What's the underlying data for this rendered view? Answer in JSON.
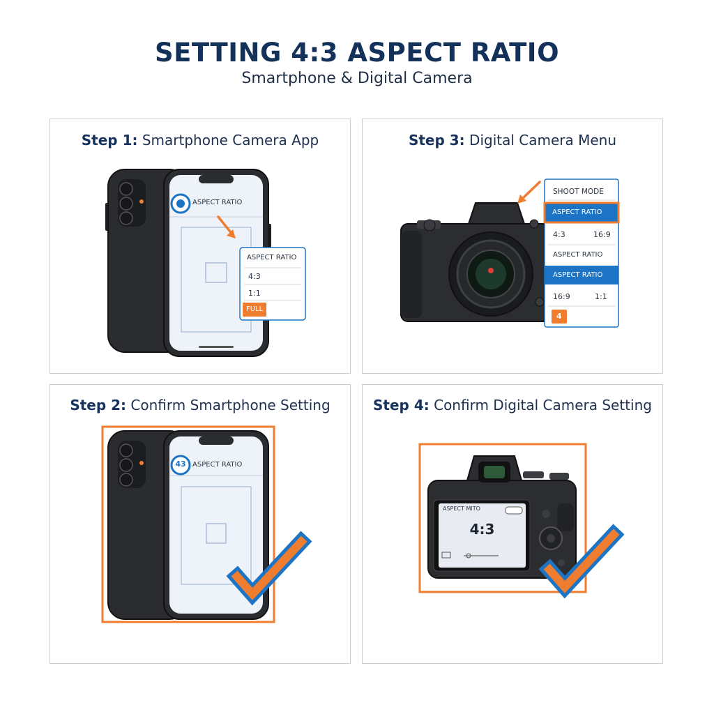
{
  "header": {
    "title": "SETTING 4:3 ASPECT RATIO",
    "subtitle": "Smartphone & Digital Camera"
  },
  "steps": [
    {
      "prefix": "Step 1:",
      "label": "Smartphone Camera App",
      "screen_label": "ASPECT RATIO",
      "popup": {
        "title": "ASPECT RATIO",
        "options": [
          "4:3",
          "1:1",
          "FULL"
        ]
      }
    },
    {
      "prefix": "Step 2:",
      "label": "Confirm Smartphone Setting",
      "badge": "43",
      "screen_label": "ASPECT RATIO"
    },
    {
      "prefix": "Step 3:",
      "label": "Digital Camera Menu",
      "menu": {
        "shoot_mode": "SHOOT MODE",
        "aspect_ratio_selected": "ASPECT RATIO",
        "row1_left": "4:3",
        "row1_right": "16:9",
        "aspect_ratio_2": "ASPECT RATIO",
        "aspect_ratio_3": "ASPECT RATIO",
        "row2_left": "16:9",
        "row2_right": "1:1",
        "badge": "4"
      }
    },
    {
      "prefix": "Step 4:",
      "label": "Confirm Digital Camera Setting",
      "lcd_label": "ASPECT MITO",
      "lcd_value": "4:3"
    }
  ],
  "colors": {
    "accent_orange": "#ee7d30",
    "accent_blue": "#1d74c4",
    "body_dark": "#2b2d31",
    "title_navy": "#14315a"
  }
}
